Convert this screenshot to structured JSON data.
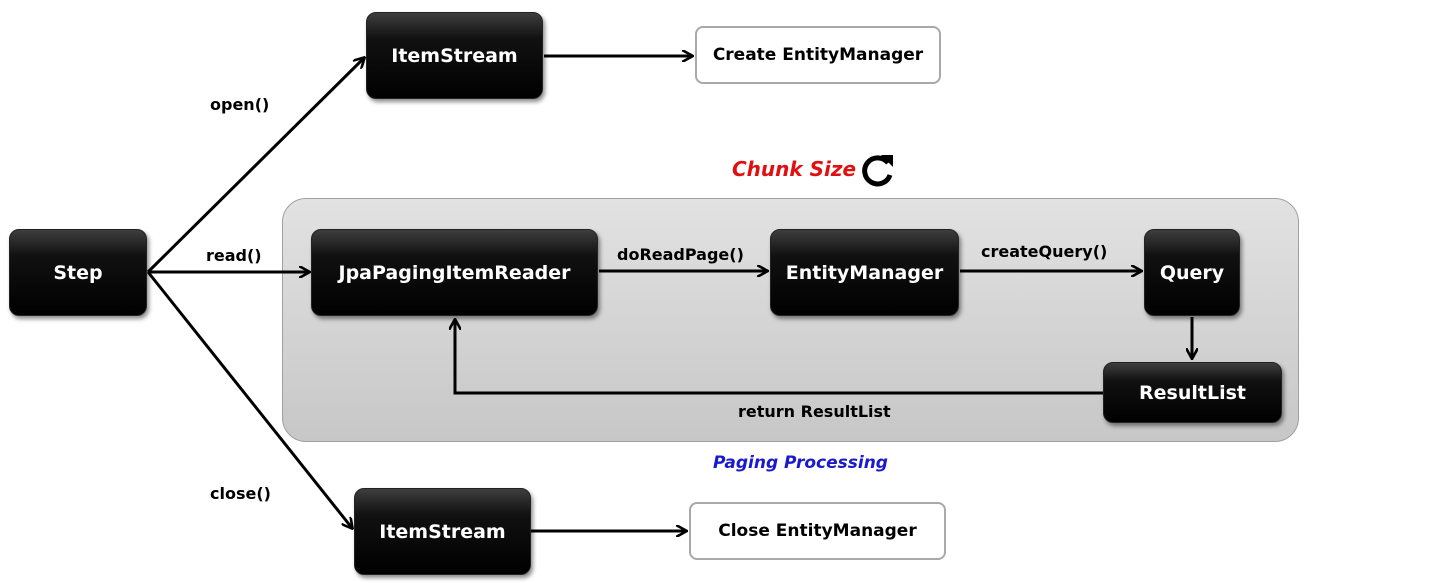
{
  "nodes": {
    "step": "Step",
    "item_stream_open": "ItemStream",
    "create_entity_manager": "Create  EntityManager",
    "jpa_paging_item_reader": "JpaPagingItemReader",
    "entity_manager": "EntityManager",
    "query": "Query",
    "result_list": "ResultList",
    "item_stream_close": "ItemStream",
    "close_entity_manager": "Close  EntityManager"
  },
  "edge_labels": {
    "open": "open()",
    "read": "read()",
    "close": "close()",
    "do_read_page": "doReadPage()",
    "create_query": "createQuery()",
    "return_result_list": "return  ResultList"
  },
  "annotations": {
    "chunk_size": "Chunk Size",
    "paging_processing": "Paging Processing",
    "refresh_icon": "refresh-icon"
  }
}
